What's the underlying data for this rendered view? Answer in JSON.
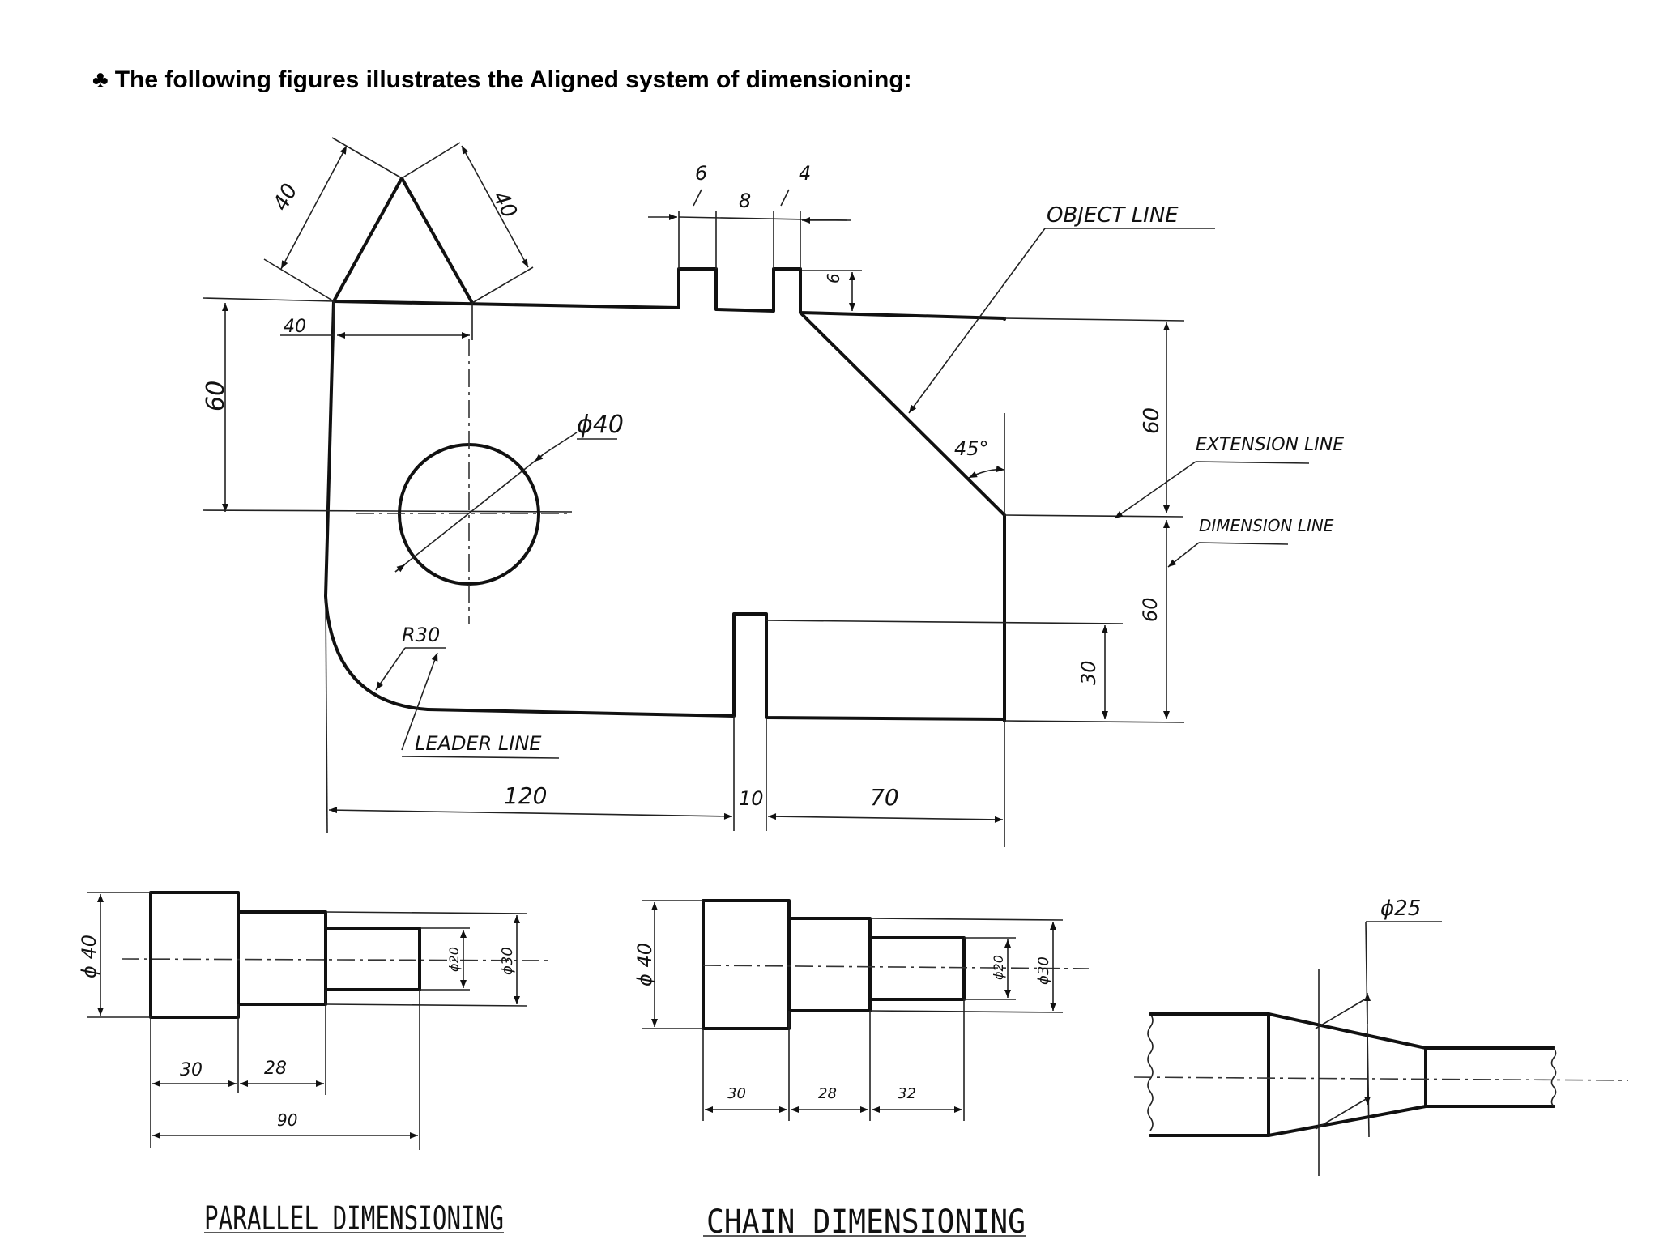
{
  "heading": {
    "bullet": "♣",
    "text": "The following figures illustrates the Aligned system of dimensioning:"
  },
  "main_drawing": {
    "dims": {
      "tri_left": "40",
      "tri_right": "40",
      "tri_base": "40",
      "left_height": "60",
      "slot_left": "6",
      "slot_mid": "8",
      "slot_right": "4",
      "slot_depth": "6",
      "hole": "ϕ40",
      "right_top": "60",
      "right_bottom": "60",
      "angle": "45°",
      "notch_height": "30",
      "fillet": "R30",
      "bottom_left": "120",
      "bottom_mid": "10",
      "bottom_right": "70"
    },
    "labels": {
      "object_line": "OBJECT LINE",
      "extension_line": "EXTENSION LINE",
      "dimension_line": "DIMENSION LINE",
      "leader_line": "LEADER LINE"
    }
  },
  "parallel_drawing": {
    "dims": {
      "d40": "ϕ 40",
      "d20": "ϕ20",
      "d30": "ϕ30",
      "l30": "30",
      "l28": "28",
      "l90": "90"
    },
    "caption": "PARALLEL DIMENSIONING"
  },
  "chain_drawing": {
    "dims": {
      "d40": "ϕ 40",
      "d20": "ϕ20",
      "d30": "ϕ30",
      "l30": "30",
      "l28": "28",
      "l32": "32"
    },
    "caption": "CHAIN DIMENSIONING"
  },
  "taper_drawing": {
    "dims": {
      "d25": "ϕ25"
    }
  }
}
